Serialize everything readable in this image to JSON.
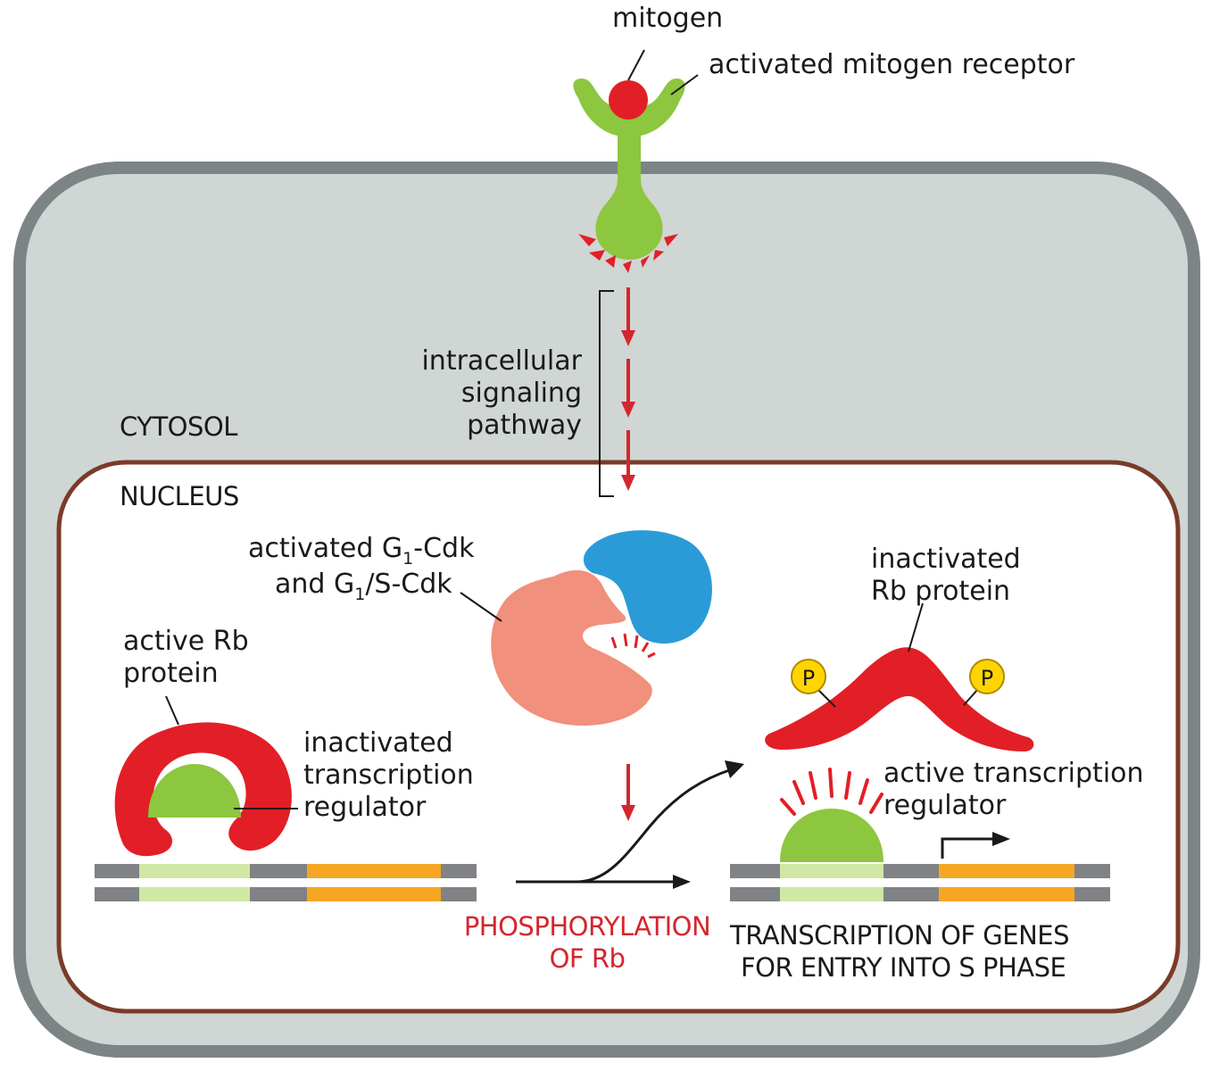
{
  "labels": {
    "mitogen": "mitogen",
    "activated_receptor": "activated mitogen receptor",
    "pathway": [
      "intracellular",
      "signaling",
      "pathway"
    ],
    "cytosol": "CYTOSOL",
    "nucleus": "NUCLEUS",
    "cdk_line1_pre": "activated G",
    "cdk_line1_sub": "1",
    "cdk_line1_post": "-Cdk",
    "cdk_line2_pre": "and G",
    "cdk_line2_sub": "1",
    "cdk_line2_post": "/S-Cdk",
    "active_rb": [
      "active Rb",
      "protein"
    ],
    "inactivated_regulator": [
      "inactivated",
      "transcription",
      "regulator"
    ],
    "inactivated_rb": [
      "inactivated",
      "Rb protein"
    ],
    "phosphate": "P",
    "active_regulator": [
      "active transcription",
      "regulator"
    ],
    "phosphorylation": [
      "PHOSPHORYLATION",
      "OF Rb"
    ],
    "transcription": [
      "TRANSCRIPTION OF GENES",
      "FOR ENTRY INTO S PHASE"
    ]
  },
  "colors": {
    "cell_membrane": "#7d8485",
    "cytosol": "#cfd6d3",
    "nuclear_envelope": "#7a3b28",
    "nucleus": "#ffffff",
    "receptor": "#8dc63f",
    "mitogen": "#e21f26",
    "rb_protein": "#e21f26",
    "cyclin": "#2b9bd8",
    "cdk": "#f1907c",
    "phosphate": "#ffd400",
    "dna_gray": "#808285",
    "dna_light_green": "#cfe8a4",
    "dna_orange": "#f6a623",
    "accent_red_text": "#d4262e"
  }
}
